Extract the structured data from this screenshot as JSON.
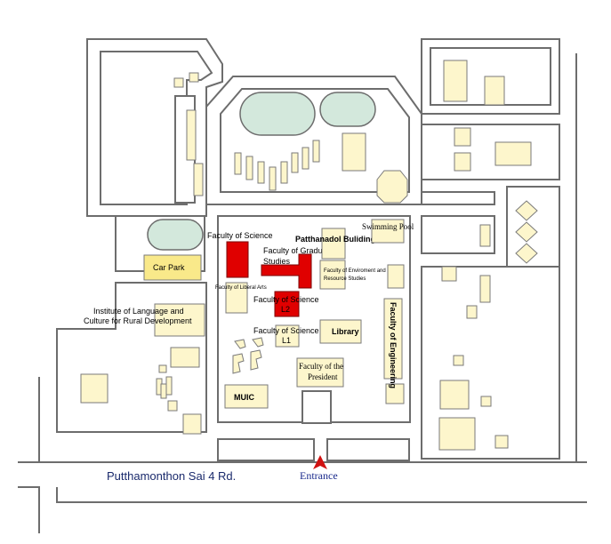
{
  "labels": {
    "car_park": "Car Park",
    "faculty_science_top": "Faculty of Science",
    "faculty_graduate": "Faculty of Graduate",
    "studies": "Studies",
    "patthanadol": "Patthanadol Buliding",
    "swimming_pool": "Swimming Pool",
    "faculty_env": "Faculty of Enviroment and",
    "resource_studies": "Resource Studies",
    "liberal_arts": "Faculty of Liberal Arts",
    "science_l2_a": "Faculty of Science",
    "science_l2_b": "L2",
    "science_l1_a": "Faculty of Science",
    "science_l1_b": "L1",
    "library": "Library",
    "engineering": "Faculty of Engineering",
    "institute_a": "Institute of Language and",
    "institute_b": "Culture for Rural Development",
    "president_a": "Faculty of the",
    "president_b": "President",
    "muic": "MUIC",
    "road": "Putthamonthon Sai 4 Rd.",
    "entrance": "Entrance"
  },
  "colors": {
    "building": "#fdf6cc",
    "car_park": "#f9e98a",
    "highlight": "#e00000",
    "pool": "#d3e8dc",
    "road_outline": "#6d6d6d",
    "road_label": "#1a2a6c",
    "entrance_marker": "#d01010"
  },
  "icons": {
    "entrance_marker": "red-chevron-up-icon"
  }
}
